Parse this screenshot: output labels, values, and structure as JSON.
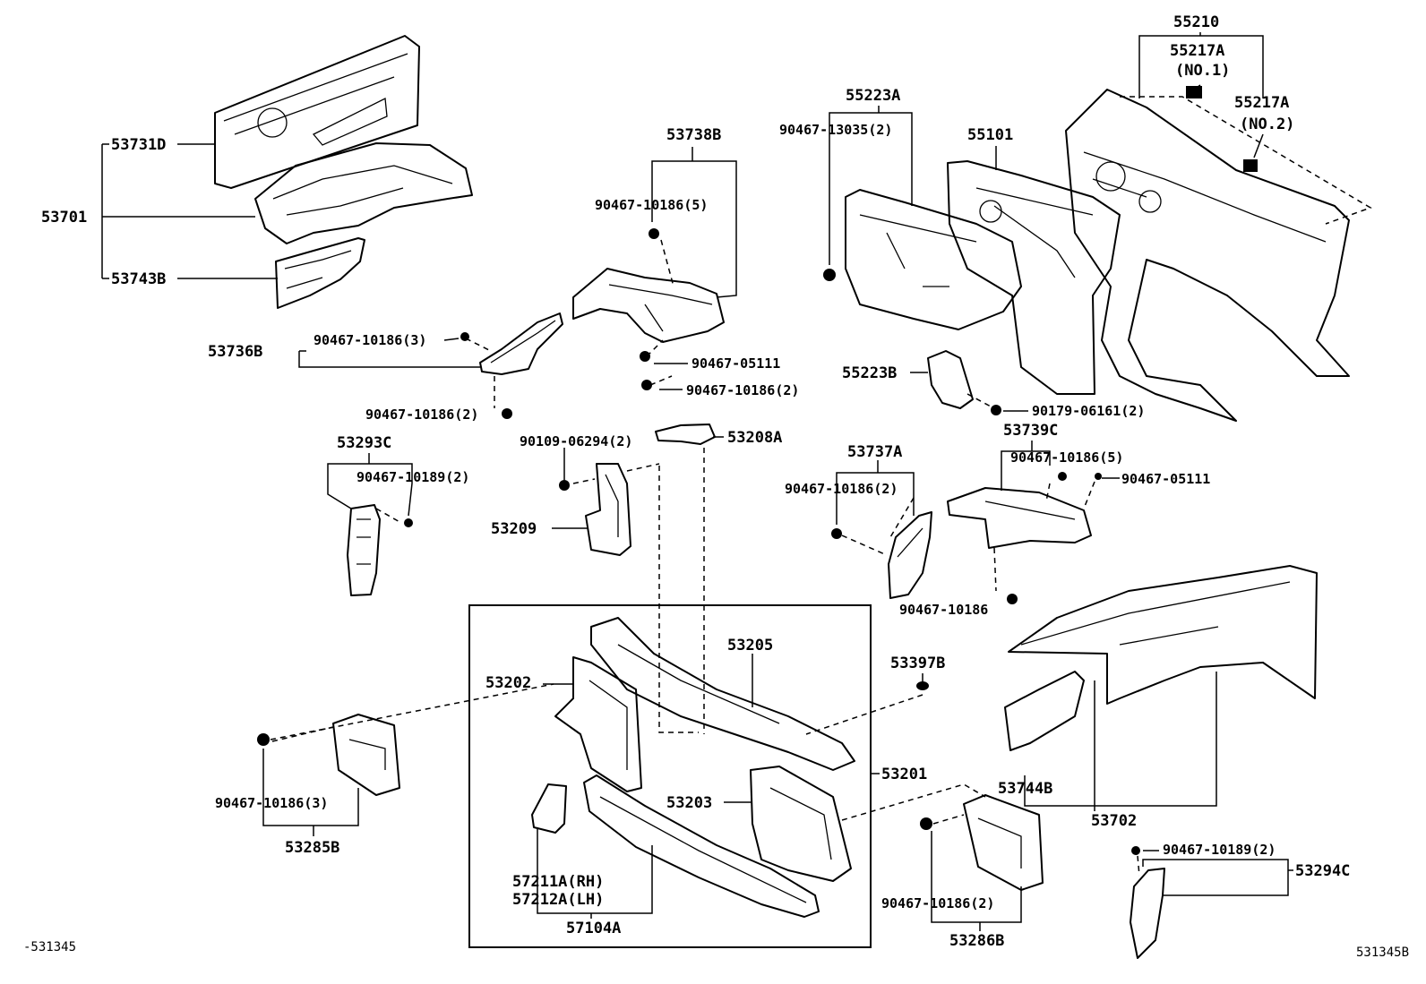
{
  "diagram": {
    "parts": {
      "p55210": "55210",
      "p55217a_1": "55217A",
      "p55217a_1_sub": "(NO.1)",
      "p55217a_2": "55217A",
      "p55217a_2_sub": "(NO.2)",
      "p55223a": "55223A",
      "p55101": "55101",
      "p55223b": "55223B",
      "p53731d": "53731D",
      "p53701": "53701",
      "p53743b": "53743B",
      "p53738b": "53738B",
      "p53736b": "53736B",
      "p53208a": "53208A",
      "p53293c": "53293C",
      "p53209": "53209",
      "p53737a": "53737A",
      "p53739c": "53739C",
      "p53205": "53205",
      "p53397b": "53397B",
      "p53202": "53202",
      "p53201": "53201",
      "p53203": "53203",
      "p53744b": "53744B",
      "p53702": "53702",
      "p53285b": "53285B",
      "p57211a": "57211A(RH)",
      "p57212a": "57212A(LH)",
      "p57104a": "57104A",
      "p53286b": "53286B",
      "p53294c": "53294C"
    },
    "fasteners": {
      "f1": "90467-13035(2)",
      "f2": "90467-10186(5)",
      "f3": "90467-10186(3)",
      "f4": "90467-05111",
      "f5": "90467-10186(2)",
      "f6": "90467-10186(2)",
      "f7": "90179-06161(2)",
      "f8": "90109-06294(2)",
      "f9": "90467-10189(2)",
      "f10": "90467-10186(2)",
      "f11": "90467-10186(5)",
      "f12": "90467-05111",
      "f13": "90467-10186",
      "f14": "90467-10186(3)",
      "f15": "90467-10186(2)",
      "f16": "90467-10189(2)"
    },
    "footer": {
      "left_code": "-531345",
      "right_code": "531345B"
    }
  }
}
